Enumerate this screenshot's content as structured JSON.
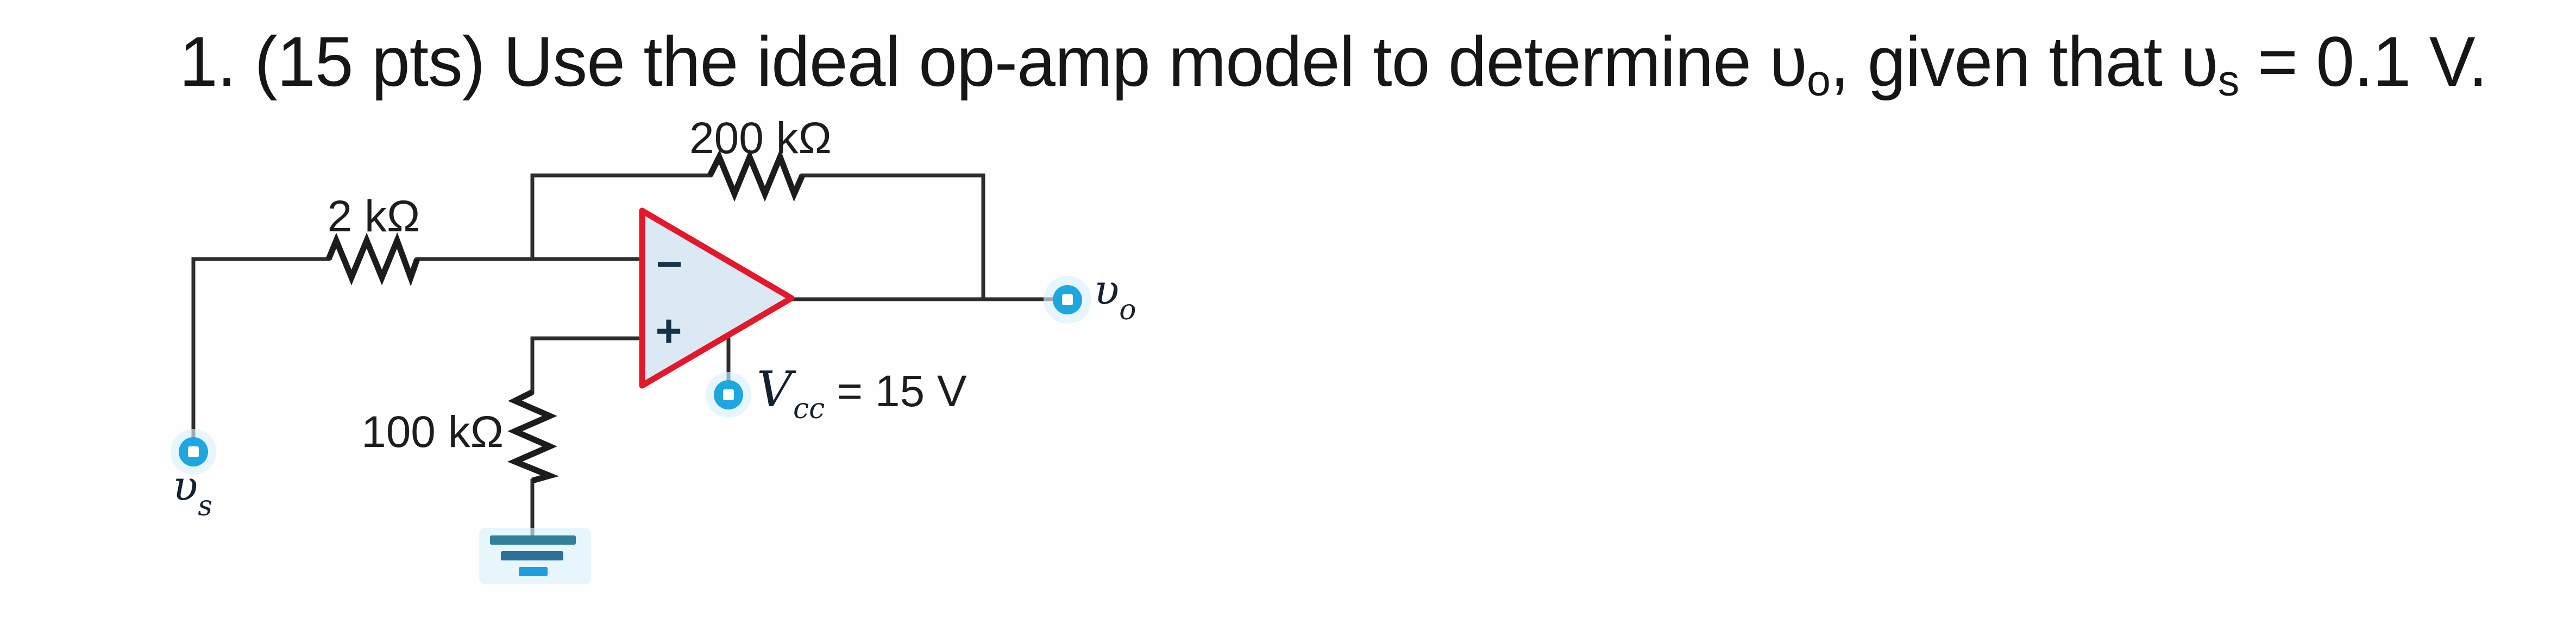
{
  "title": {
    "seg1": "1. (15 pts) Use the ideal op-amp model to determine ",
    "vo_base": "υ",
    "vo_sub": "o",
    "seg2": ", given that ",
    "vs_base": "υ",
    "vs_sub": "s",
    "seg3": " = 0.1 V."
  },
  "circuit": {
    "feedback_resistor_label": "200 kΩ",
    "input_resistor_label": "2 kΩ",
    "ground_resistor_label": "100 kΩ",
    "opamp_minus": "−",
    "opamp_plus": "+",
    "vcc_base": "V",
    "vcc_sub": "cc",
    "vcc_eq": "= 15 V",
    "vs_base": "υ",
    "vs_sub": "s",
    "vo_base": "υ",
    "vo_sub": "o"
  },
  "colors": {
    "wire": "#2d2d2d",
    "resistor": "#1c1c1c",
    "opamp_fill": "#dbe9f4",
    "opamp_border": "#e4182b",
    "opamp_sign": "#173349",
    "terminal_blue": "#1ea6de",
    "terminal_halo": "#d9f1fa",
    "ground_bar_top": "#2f7f9d",
    "ground_bar_mid": "#2d6f96",
    "ground_bar_bottom": "#1f9ddf",
    "label_ink": "#1d1d1b",
    "math_ink": "#14212e"
  }
}
